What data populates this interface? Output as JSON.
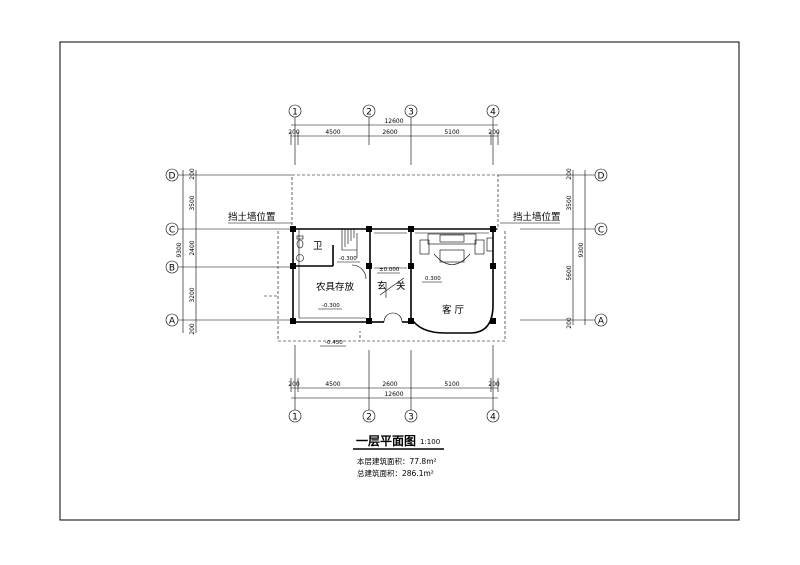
{
  "axes": {
    "columns": [
      "1",
      "2",
      "3",
      "4"
    ],
    "rows": [
      "D",
      "C",
      "B",
      "A"
    ]
  },
  "dimensions": {
    "top_overall": "12600",
    "top_segments": [
      "200",
      "4500",
      "2600",
      "5100",
      "200"
    ],
    "bottom_overall": "12600",
    "bottom_segments": [
      "200",
      "4500",
      "2600",
      "5100",
      "200"
    ],
    "left_overall": "9300",
    "left_segments": [
      "200",
      "3500",
      "2400",
      "3200",
      "200"
    ],
    "right_overall": "9300",
    "right_segments": [
      "200",
      "3500",
      "5600",
      "200"
    ]
  },
  "labels": {
    "retaining_wall_left": "挡土墙位置",
    "retaining_wall_right": "挡土墙位置",
    "room_storage": "农具存放",
    "room_wc": "卫",
    "room_foyer_1": "玄",
    "room_foyer_2": "关",
    "room_living": "客    厅"
  },
  "levels": {
    "wc": "-0.300",
    "foyer": "±0.000",
    "living": "0.300",
    "storage": "-0.300",
    "exterior": "-0.450"
  },
  "title": {
    "name": "一层平面图",
    "scale": "1:100"
  },
  "areas": {
    "floor_area": "本层建筑面积：77.8m²",
    "total_area": "总建筑面积：286.1m²"
  }
}
